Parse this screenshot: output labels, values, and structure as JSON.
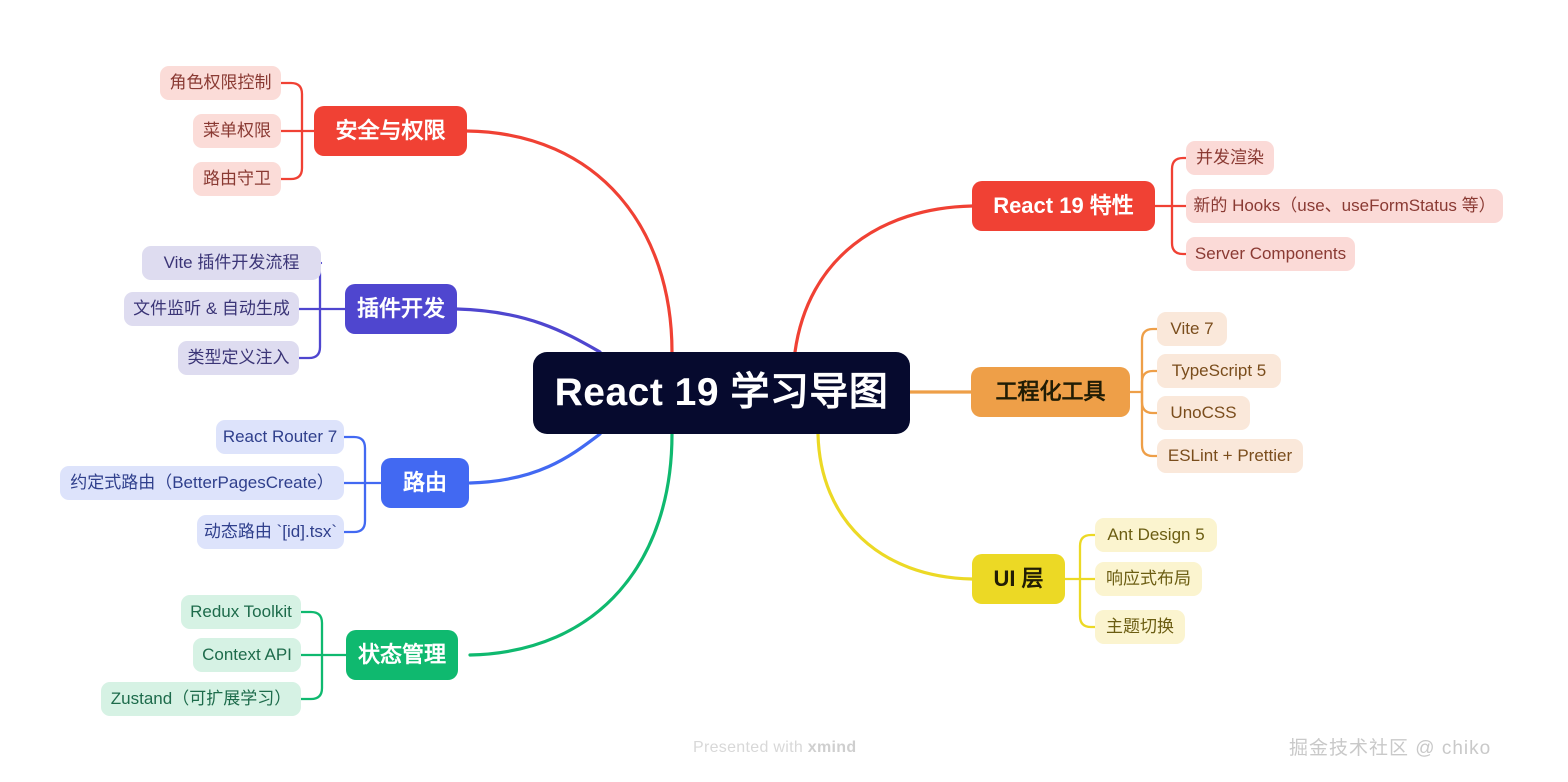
{
  "root": {
    "label": "React 19 学习导图",
    "bg": "#060a2e",
    "color": "#ffffff"
  },
  "branches": [
    {
      "id": "security",
      "label": "安全与权限",
      "side": "left",
      "color": "#f04134",
      "sub_bg": "#fbdcd8",
      "sub_color": "#8a3a33",
      "children": [
        {
          "label": "角色权限控制"
        },
        {
          "label": "菜单权限"
        },
        {
          "label": "路由守卫"
        }
      ]
    },
    {
      "id": "plugin",
      "label": "插件开发",
      "side": "left",
      "color": "#4f46cf",
      "sub_bg": "#dedcf0",
      "sub_color": "#3b3577",
      "children": [
        {
          "label": "Vite 插件开发流程"
        },
        {
          "label": "文件监听 & 自动生成"
        },
        {
          "label": "类型定义注入"
        }
      ]
    },
    {
      "id": "routing",
      "label": "路由",
      "side": "left",
      "color": "#4269f2",
      "sub_bg": "#dde3fb",
      "sub_color": "#2f3f8c",
      "children": [
        {
          "label": "React Router 7"
        },
        {
          "label": "约定式路由（BetterPagesCreate）"
        },
        {
          "label": "动态路由 `[id].tsx`"
        }
      ]
    },
    {
      "id": "state",
      "label": "状态管理",
      "side": "left",
      "color": "#0fb96f",
      "sub_bg": "#d6f2e4",
      "sub_color": "#1d6b4b",
      "children": [
        {
          "label": "Redux Toolkit"
        },
        {
          "label": "Context API"
        },
        {
          "label": "Zustand（可扩展学习）"
        }
      ]
    },
    {
      "id": "react19",
      "label": "React 19 特性",
      "side": "right",
      "color": "#f04134",
      "sub_bg": "#fbdad7",
      "sub_color": "#8a3a33",
      "children": [
        {
          "label": "并发渲染"
        },
        {
          "label": "新的 Hooks（use、useFormStatus 等）"
        },
        {
          "label": "Server Components"
        }
      ]
    },
    {
      "id": "tooling",
      "label": "工程化工具",
      "side": "right",
      "color": "#ee9f48",
      "sub_bg": "#fae8da",
      "sub_color": "#7a4d1c",
      "dark_text": true,
      "children": [
        {
          "label": "Vite 7"
        },
        {
          "label": "TypeScript 5"
        },
        {
          "label": "UnoCSS"
        },
        {
          "label": "ESLint + Prettier"
        }
      ]
    },
    {
      "id": "ui",
      "label": "UI 层",
      "side": "right",
      "color": "#ecd925",
      "sub_bg": "#fbf4cf",
      "sub_color": "#6b5d12",
      "dark_text": true,
      "children": [
        {
          "label": "Ant Design 5"
        },
        {
          "label": "响应式布局"
        },
        {
          "label": "主题切换"
        }
      ]
    }
  ],
  "watermarks": {
    "xmind_prefix": "Presented with ",
    "xmind_brand": "xmind",
    "author": "掘金技术社区 @ chiko"
  }
}
